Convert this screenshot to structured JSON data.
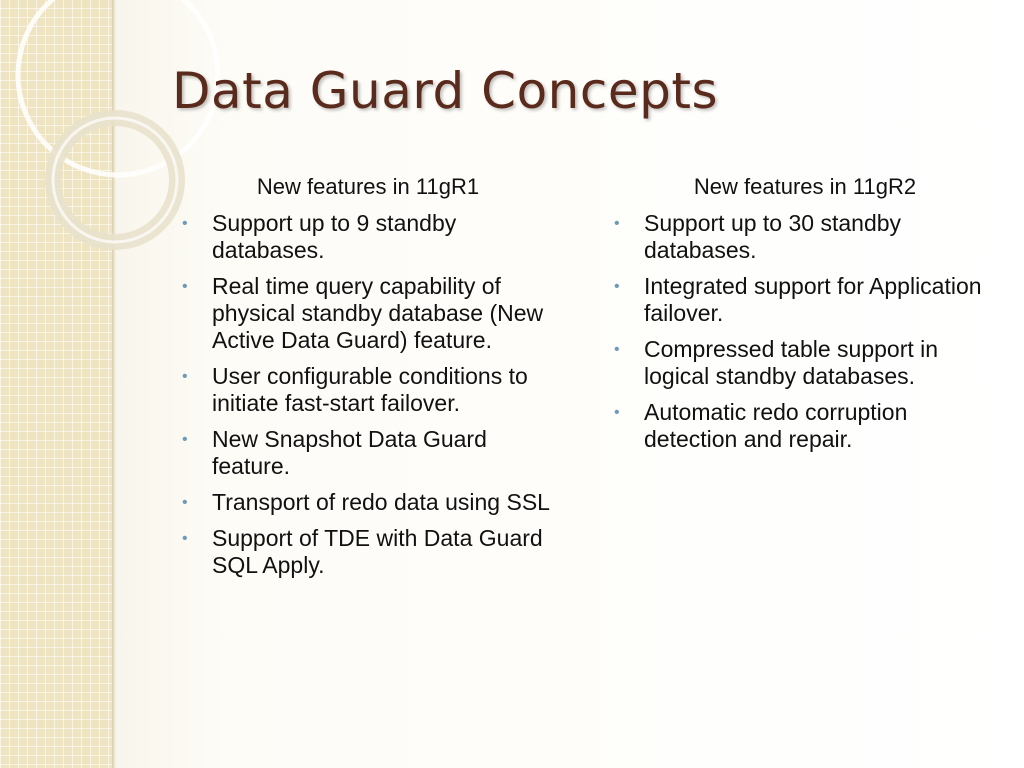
{
  "slide": {
    "title": "Data Guard Concepts",
    "accent_color": "#5a2a1c",
    "bullet_color": "#6f9bb8",
    "left_column": {
      "heading": "New features in 11gR1",
      "items": [
        "Support up to 9 standby databases.",
        "Real time query capability of physical standby database (New Active Data Guard) feature.",
        "User configurable conditions to initiate fast-start failover.",
        "New Snapshot Data Guard feature.",
        "Transport of redo data using SSL",
        "Support of TDE with Data Guard SQL Apply."
      ]
    },
    "right_column": {
      "heading": "New features in 11gR2",
      "items": [
        "Support up to 30 standby databases.",
        "Integrated support for Application failover.",
        "Compressed table support in logical standby databases.",
        "Automatic redo corruption detection and repair."
      ]
    }
  }
}
